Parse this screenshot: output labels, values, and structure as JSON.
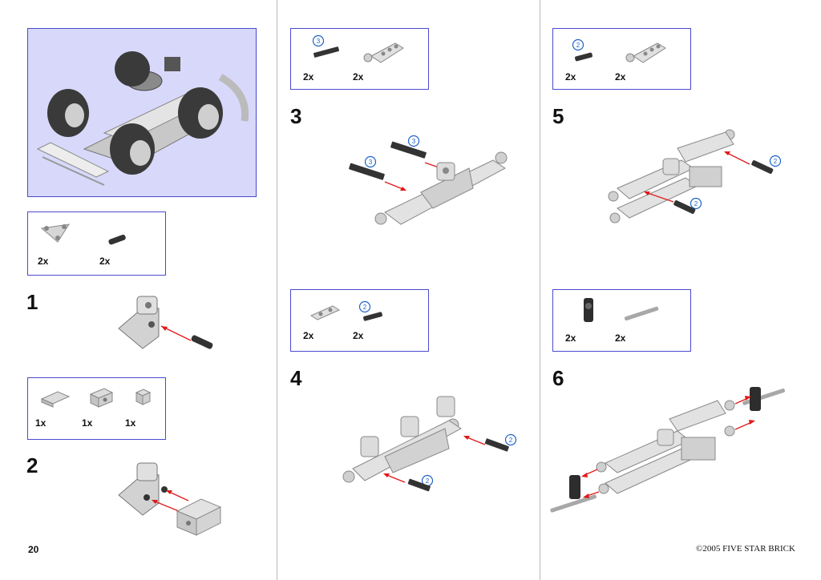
{
  "page": {
    "number": "20",
    "copyright": "2005 FIVE STAR BRICK",
    "copyright_symbol": "©"
  },
  "parts_lists": {
    "step1": {
      "qty": [
        "2x",
        "2x"
      ]
    },
    "step2": {
      "qty": [
        "1x",
        "1x",
        "1x"
      ]
    },
    "step3": {
      "qty": [
        "2x",
        "2x"
      ],
      "callout": "3"
    },
    "step4": {
      "qty": [
        "2x",
        "2x"
      ],
      "callout": "2"
    },
    "step5": {
      "qty": [
        "2x",
        "2x"
      ],
      "callout": "2"
    },
    "step6": {
      "qty": [
        "2x",
        "2x"
      ]
    }
  },
  "steps": {
    "s1": "1",
    "s2": "2",
    "s3": "3",
    "s4": "4",
    "s5": "5",
    "s6": "6"
  },
  "step_callouts": {
    "s3": [
      "3",
      "3"
    ],
    "s4": [
      "2",
      "2"
    ],
    "s5": [
      "2",
      "2"
    ]
  },
  "colors": {
    "box_border": "#4a4ad0",
    "hero_bg": "#d8d8fb",
    "arrow": "#e01a1a",
    "callout": "#1e63c8"
  }
}
